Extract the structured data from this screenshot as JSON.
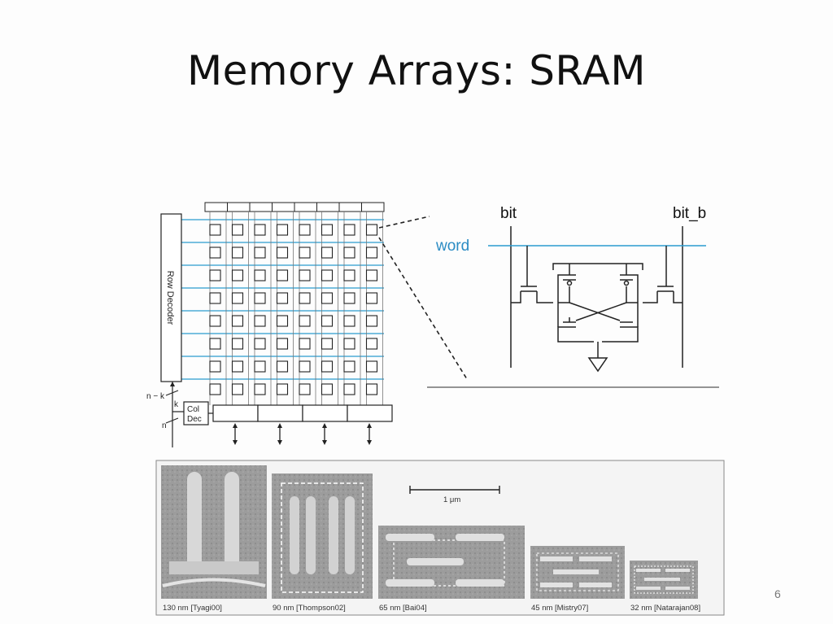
{
  "slide": {
    "title": "Memory Arrays: SRAM",
    "page_number": "6"
  },
  "array_diagram": {
    "row_decoder_label": "Row Decoder",
    "col_dec_label_1": "Col",
    "col_dec_label_2": "Dec",
    "n_minus_k_label": "n − k",
    "k_label": "k",
    "n_label": "n",
    "rows": 8,
    "cols": 8
  },
  "cell_schematic": {
    "bit_label": "bit",
    "bit_b_label": "bit_b",
    "word_label": "word"
  },
  "micrographs": {
    "scale_label": "1 μm",
    "captions": [
      "130 nm [Tyagi00]",
      "90 nm [Thompson02]",
      "65 nm [Bai04]",
      "45 nm [Mistry07]",
      "32 nm [Natarajan08]"
    ]
  },
  "colors": {
    "wordline": "#2b9bd0",
    "line": "#222222"
  }
}
